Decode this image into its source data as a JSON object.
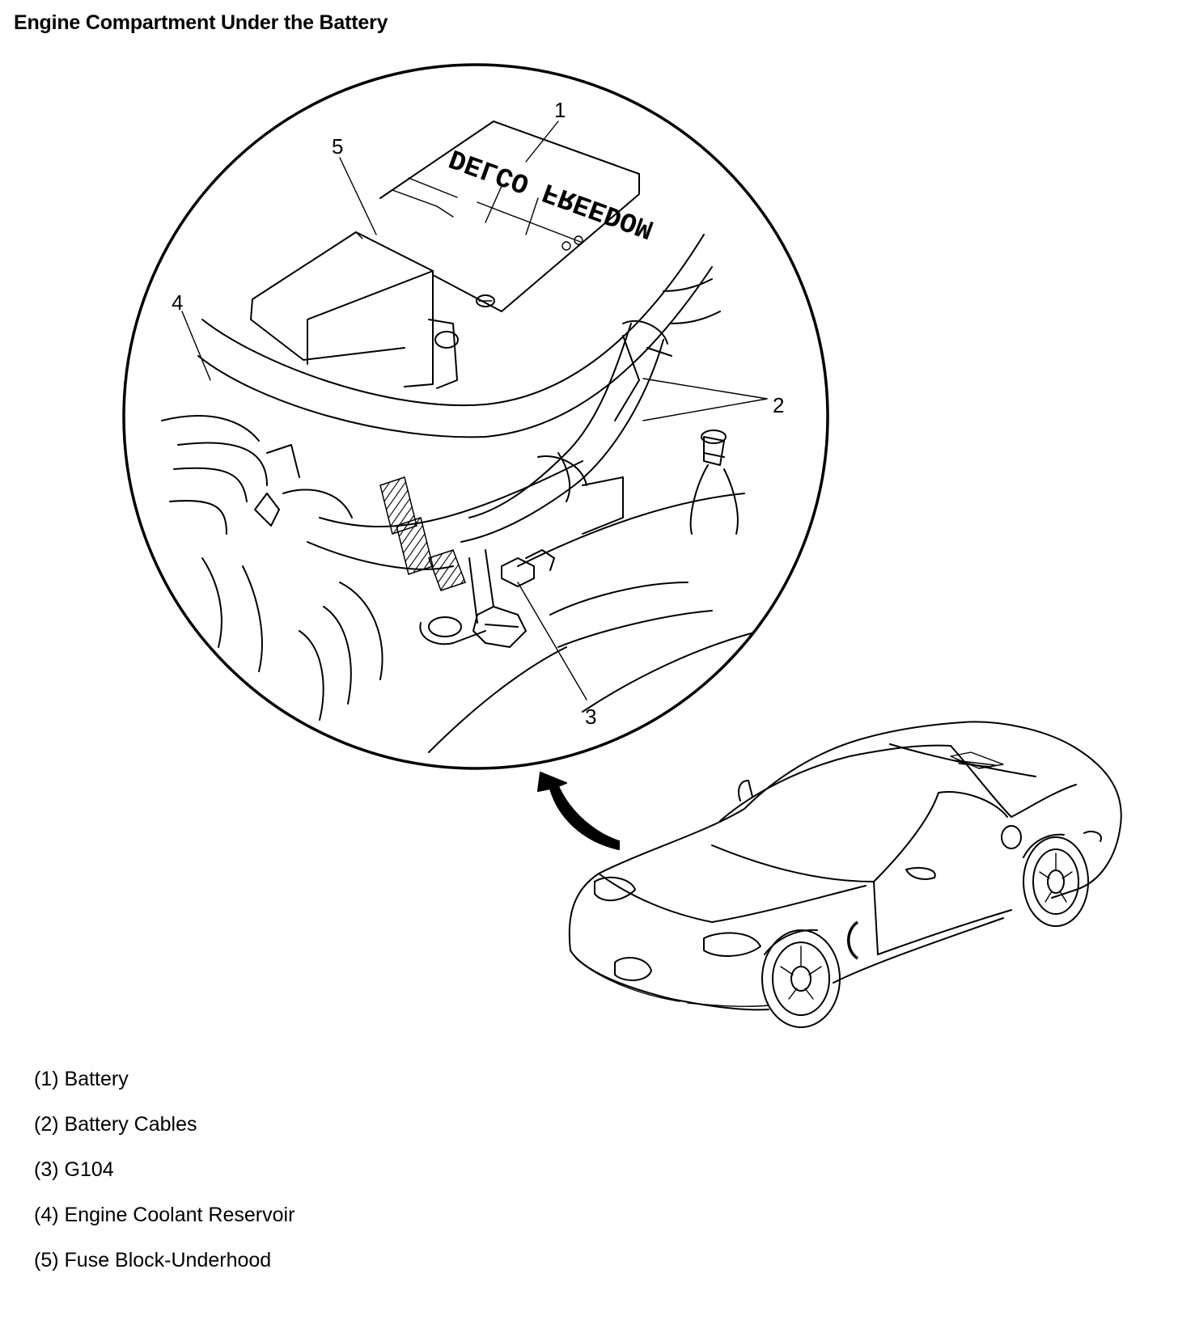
{
  "title": "Engine Compartment Under the Battery",
  "callouts": [
    "1",
    "2",
    "3",
    "4",
    "5"
  ],
  "battery_label": "DELCO FREEDOM",
  "legend": [
    {
      "number": "(1)",
      "text": "Battery"
    },
    {
      "number": "(2)",
      "text": "Battery Cables"
    },
    {
      "number": "(3)",
      "text": "G104"
    },
    {
      "number": "(4)",
      "text": "Engine Coolant Reservoir"
    },
    {
      "number": "(5)",
      "text": "Fuse Block-Underhood"
    }
  ]
}
